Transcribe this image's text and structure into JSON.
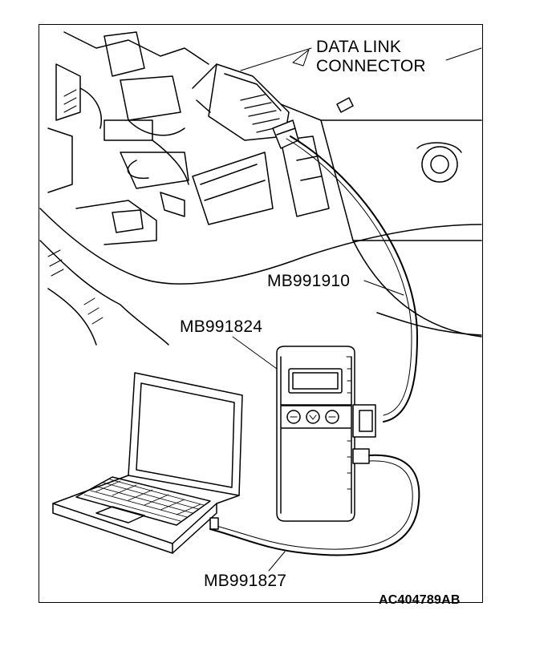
{
  "labels": {
    "data_link_connector_line1": "DATA LINK",
    "data_link_connector_line2": "CONNECTOR",
    "cable_mb991910": "MB991910",
    "interface_mb991824": "MB991824",
    "cable_mb991827": "MB991827",
    "figure_id": "AC404789AB"
  },
  "colors": {
    "line": "#000000",
    "background": "#ffffff"
  },
  "icons": [
    "dashboard-area",
    "data-link-connector",
    "v-c-i-unit",
    "laptop-pc"
  ]
}
